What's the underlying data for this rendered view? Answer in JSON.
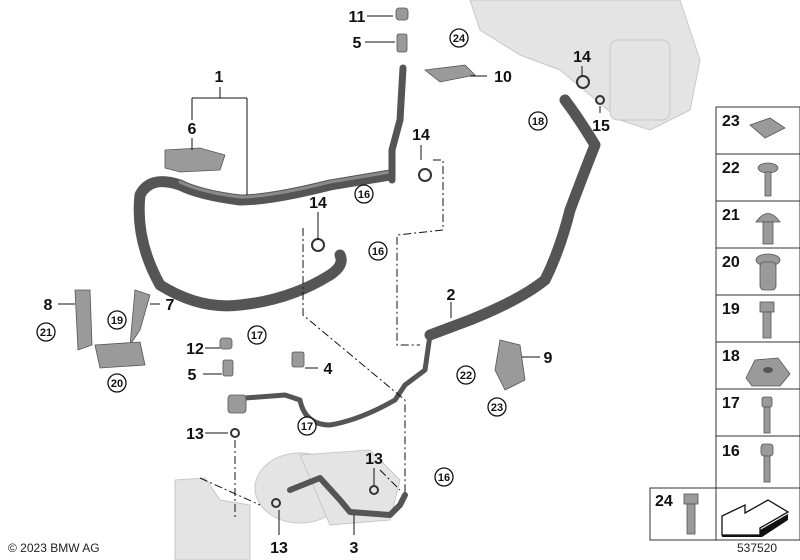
{
  "diagram": {
    "callouts": [
      "1",
      "6",
      "11",
      "5",
      "14",
      "14",
      "14",
      "15",
      "2",
      "10",
      "9",
      "8",
      "7",
      "12",
      "5",
      "4",
      "13",
      "13",
      "13",
      "3"
    ],
    "circled_callouts": [
      "24",
      "16",
      "16",
      "18",
      "19",
      "21",
      "20",
      "17",
      "17",
      "22",
      "23",
      "16"
    ],
    "sidebar_parts": [
      "23",
      "22",
      "21",
      "20",
      "19",
      "18",
      "17",
      "16"
    ],
    "bottom_part": "24",
    "copyright": "© 2023 BMW AG",
    "diagram_number": "537520"
  },
  "colors": {
    "hose": "#555555",
    "part": "#9a9a9a",
    "background_component": "#e4e4e4"
  }
}
